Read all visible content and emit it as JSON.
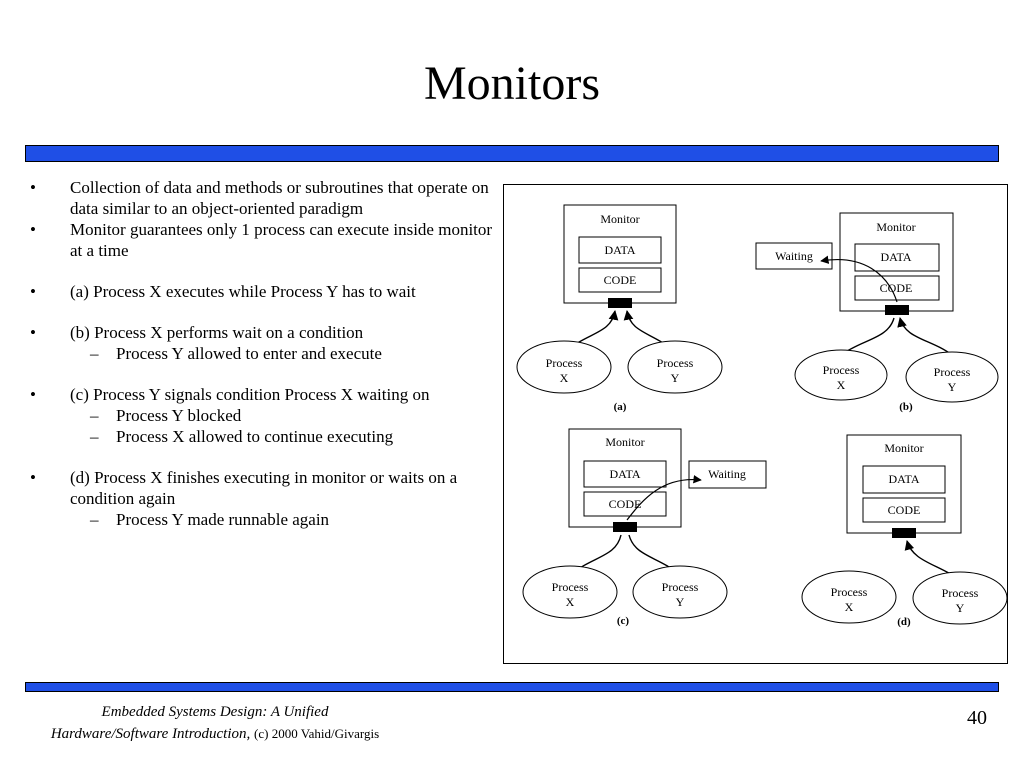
{
  "slide": {
    "title": "Monitors",
    "bullets": [
      {
        "text": "Collection of data and methods or subroutines that operate on data similar to an object-oriented paradigm"
      },
      {
        "text": "Monitor guarantees only 1 process can execute inside monitor at a time"
      },
      {
        "text": "(a) Process X executes while Process Y has to wait"
      },
      {
        "text": "(b) Process X performs wait on a condition",
        "sub": [
          "Process Y allowed to enter and execute"
        ]
      },
      {
        "text": "(c) Process Y signals condition Process X waiting on",
        "sub": [
          "Process Y blocked",
          "Process X allowed to continue executing"
        ]
      },
      {
        "text": "(d) Process X finishes executing in monitor or waits on a condition again",
        "sub": [
          "Process Y made runnable again"
        ]
      }
    ],
    "bullet_symbol": "•",
    "dash_symbol": "–"
  },
  "diagram": {
    "monitor_label": "Monitor",
    "data_label": "DATA",
    "code_label": "CODE",
    "waiting_label": "Waiting",
    "process_word": "Process",
    "process_x": "X",
    "process_y": "Y",
    "panels": {
      "a": "(a)",
      "b": "(b)",
      "c": "(c)",
      "d": "(d)"
    }
  },
  "footer": {
    "book_line1": "Embedded Systems Design: A Unified",
    "book_line2": "Hardware/Software Introduction,",
    "copyright": "(c) 2000 Vahid/Givargis",
    "page_number": "40"
  },
  "colors": {
    "bar": "#1f4fe6"
  }
}
